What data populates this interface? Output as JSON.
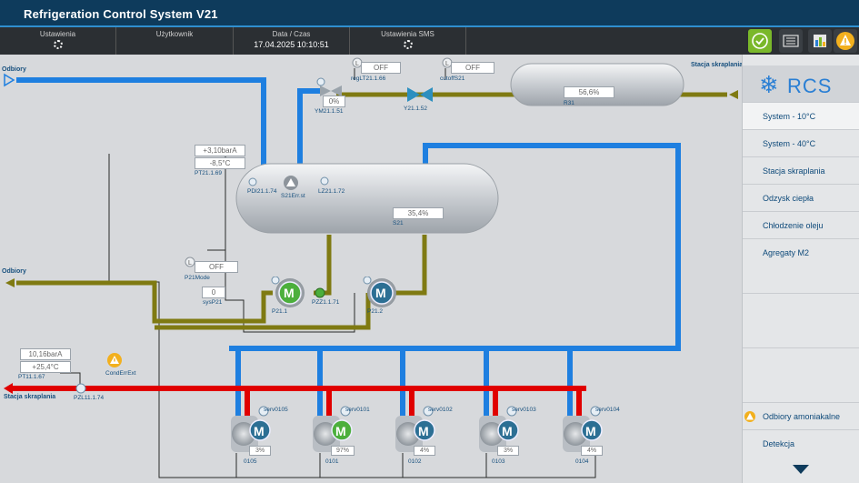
{
  "app": {
    "title": "Refrigeration Control System V21"
  },
  "menubar": {
    "settings_label": "Ustawienia",
    "user_label": "Użytkownik",
    "datetime_label": "Data / Czas",
    "datetime_value": "17.04.2025 10:10:51",
    "sms_label": "Ustawienia SMS"
  },
  "sidebar": {
    "logo": "RCS",
    "items": [
      {
        "label": "System - 10°C"
      },
      {
        "label": "System - 40°C"
      },
      {
        "label": "Stacja skraplania"
      },
      {
        "label": "Odzysk ciepła"
      },
      {
        "label": "Chłodzenie oleju"
      },
      {
        "label": "Agregaty M2"
      }
    ],
    "bottom_items": [
      {
        "label": "Odbiory amoniakalne"
      },
      {
        "label": "Detekcja"
      }
    ]
  },
  "diagram": {
    "left_labels": {
      "odbiory_top": "Odbiory",
      "odbiory_mid": "Odbiory",
      "stacja_left": "Stacja skraplania"
    },
    "stacja_right": "Stacja skraplania",
    "regLT": {
      "state": "OFF",
      "name": "regLT21.1.66"
    },
    "cutoff": {
      "state": "OFF",
      "name": "cutoffS21"
    },
    "ym": {
      "value": "0%",
      "name": "YM21.1.51"
    },
    "y_valve": {
      "name": "Y21.1.52"
    },
    "receiver": {
      "value": "56,6%",
      "name": "R31"
    },
    "pt69": {
      "pressure": "+3,10barA",
      "temp": "-8,5°C",
      "name": "PT21.1.69"
    },
    "separator": {
      "level": "35,4%",
      "name": "S21",
      "pdi": "PDI21.1.74",
      "err": "S21Err.st",
      "lz": "LZ21.1.72"
    },
    "p21mode": {
      "state": "OFF",
      "name": "P21Mode"
    },
    "syp": {
      "value": "0",
      "name": "sysP21"
    },
    "pumps": [
      {
        "name": "P21.1"
      },
      {
        "name": "P21.2"
      }
    ],
    "pzz": "PZZ1.1.71",
    "pt67": {
      "pressure": "10,16barA",
      "temp": "+25,4°C",
      "name": "PT11.1.67"
    },
    "condenser_err": "CondErrExt",
    "pzl": "PZL11.1.74",
    "compressors": [
      {
        "serv": "serv0105",
        "value": "3%",
        "name": "0105",
        "running": false
      },
      {
        "serv": "serv0101",
        "value": "97%",
        "name": "0101",
        "running": true
      },
      {
        "serv": "serv0102",
        "value": "4%",
        "name": "0102",
        "running": false
      },
      {
        "serv": "serv0103",
        "value": "3%",
        "name": "0103",
        "running": false
      },
      {
        "serv": "serv0104",
        "value": "4%",
        "name": "0104",
        "running": false
      }
    ],
    "motor_letter": "M"
  },
  "colors": {
    "pipe_blue": "#1e7fe0",
    "pipe_olive": "#7f7a12",
    "pipe_red": "#e00000",
    "pump_green": "#4caf3c",
    "pump_blue": "#2c6f94",
    "warning": "#f2b01e",
    "ok_green": "#7ab82a"
  }
}
